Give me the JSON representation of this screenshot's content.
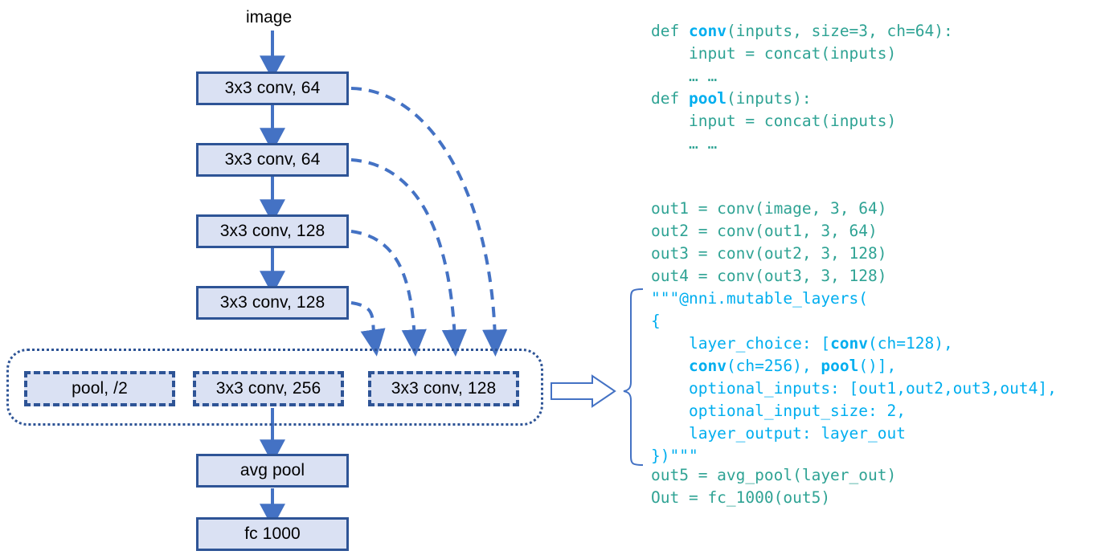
{
  "diagram": {
    "input_label": "image",
    "nodes": [
      {
        "id": "conv1",
        "label": "3x3 conv, 64"
      },
      {
        "id": "conv2",
        "label": "3x3 conv, 64"
      },
      {
        "id": "conv3",
        "label": "3x3 conv, 128"
      },
      {
        "id": "conv4",
        "label": "3x3 conv, 128"
      }
    ],
    "choice_group": {
      "options": [
        {
          "id": "pool",
          "label": "pool, /2"
        },
        {
          "id": "conv256",
          "label": "3x3 conv, 256"
        },
        {
          "id": "conv128",
          "label": "3x3 conv, 128"
        }
      ]
    },
    "tail_nodes": [
      {
        "id": "avgpool",
        "label": "avg pool"
      },
      {
        "id": "fc",
        "label": "fc 1000"
      }
    ],
    "colors": {
      "node_fill": "#dae1f3",
      "node_border": "#2e5496",
      "arrow": "#4472c4",
      "skip_arrow": "#4472c4"
    }
  },
  "code": {
    "block1": [
      [
        {
          "t": "def ",
          "s": "teal"
        },
        {
          "t": "conv",
          "s": "kw"
        },
        {
          "t": "(inputs, size=3, ch=64):",
          "s": "teal"
        }
      ],
      [
        {
          "t": "    input = concat(inputs)",
          "s": "teal"
        }
      ],
      [
        {
          "t": "    … …",
          "s": "teal"
        }
      ],
      [
        {
          "t": "def ",
          "s": "teal"
        },
        {
          "t": "pool",
          "s": "kw"
        },
        {
          "t": "(inputs):",
          "s": "teal"
        }
      ],
      [
        {
          "t": "    input = concat(inputs)",
          "s": "teal"
        }
      ],
      [
        {
          "t": "    … …",
          "s": "teal"
        }
      ]
    ],
    "block2": [
      [
        {
          "t": "out1 = conv(image, 3, 64)",
          "s": "teal"
        }
      ],
      [
        {
          "t": "out2 = conv(out1, 3, 64)",
          "s": "teal"
        }
      ],
      [
        {
          "t": "out3 = conv(out2, 3, 128)",
          "s": "teal"
        }
      ],
      [
        {
          "t": "out4 = conv(out3, 3, 128)",
          "s": "teal"
        }
      ]
    ],
    "block3": [
      [
        {
          "t": "\"\"\"@nni.mutable_layers(",
          "s": "blue"
        }
      ],
      [
        {
          "t": "{",
          "s": "blue"
        }
      ],
      [
        {
          "t": "    layer_choice: [",
          "s": "blue"
        },
        {
          "t": "conv",
          "s": "blueb"
        },
        {
          "t": "(ch=128),",
          "s": "blue"
        }
      ],
      [
        {
          "t": "    ",
          "s": "blue"
        },
        {
          "t": "conv",
          "s": "blueb"
        },
        {
          "t": "(ch=256), ",
          "s": "blue"
        },
        {
          "t": "pool",
          "s": "blueb"
        },
        {
          "t": "()],",
          "s": "blue"
        }
      ],
      [
        {
          "t": "    optional_inputs: [out1,out2,out3,out4],",
          "s": "blue"
        }
      ],
      [
        {
          "t": "    optional_input_size: 2,",
          "s": "blue"
        }
      ],
      [
        {
          "t": "    layer_output: layer_out",
          "s": "blue"
        }
      ],
      [
        {
          "t": "})\"\"\"",
          "s": "blue"
        }
      ]
    ],
    "block4": [
      [
        {
          "t": "out5 = avg_pool(layer_out)",
          "s": "teal"
        }
      ],
      [
        {
          "t": "Out = fc_1000(out5)",
          "s": "teal"
        }
      ]
    ],
    "colors": {
      "teal": "#2fa394",
      "blue": "#00aeef"
    }
  }
}
